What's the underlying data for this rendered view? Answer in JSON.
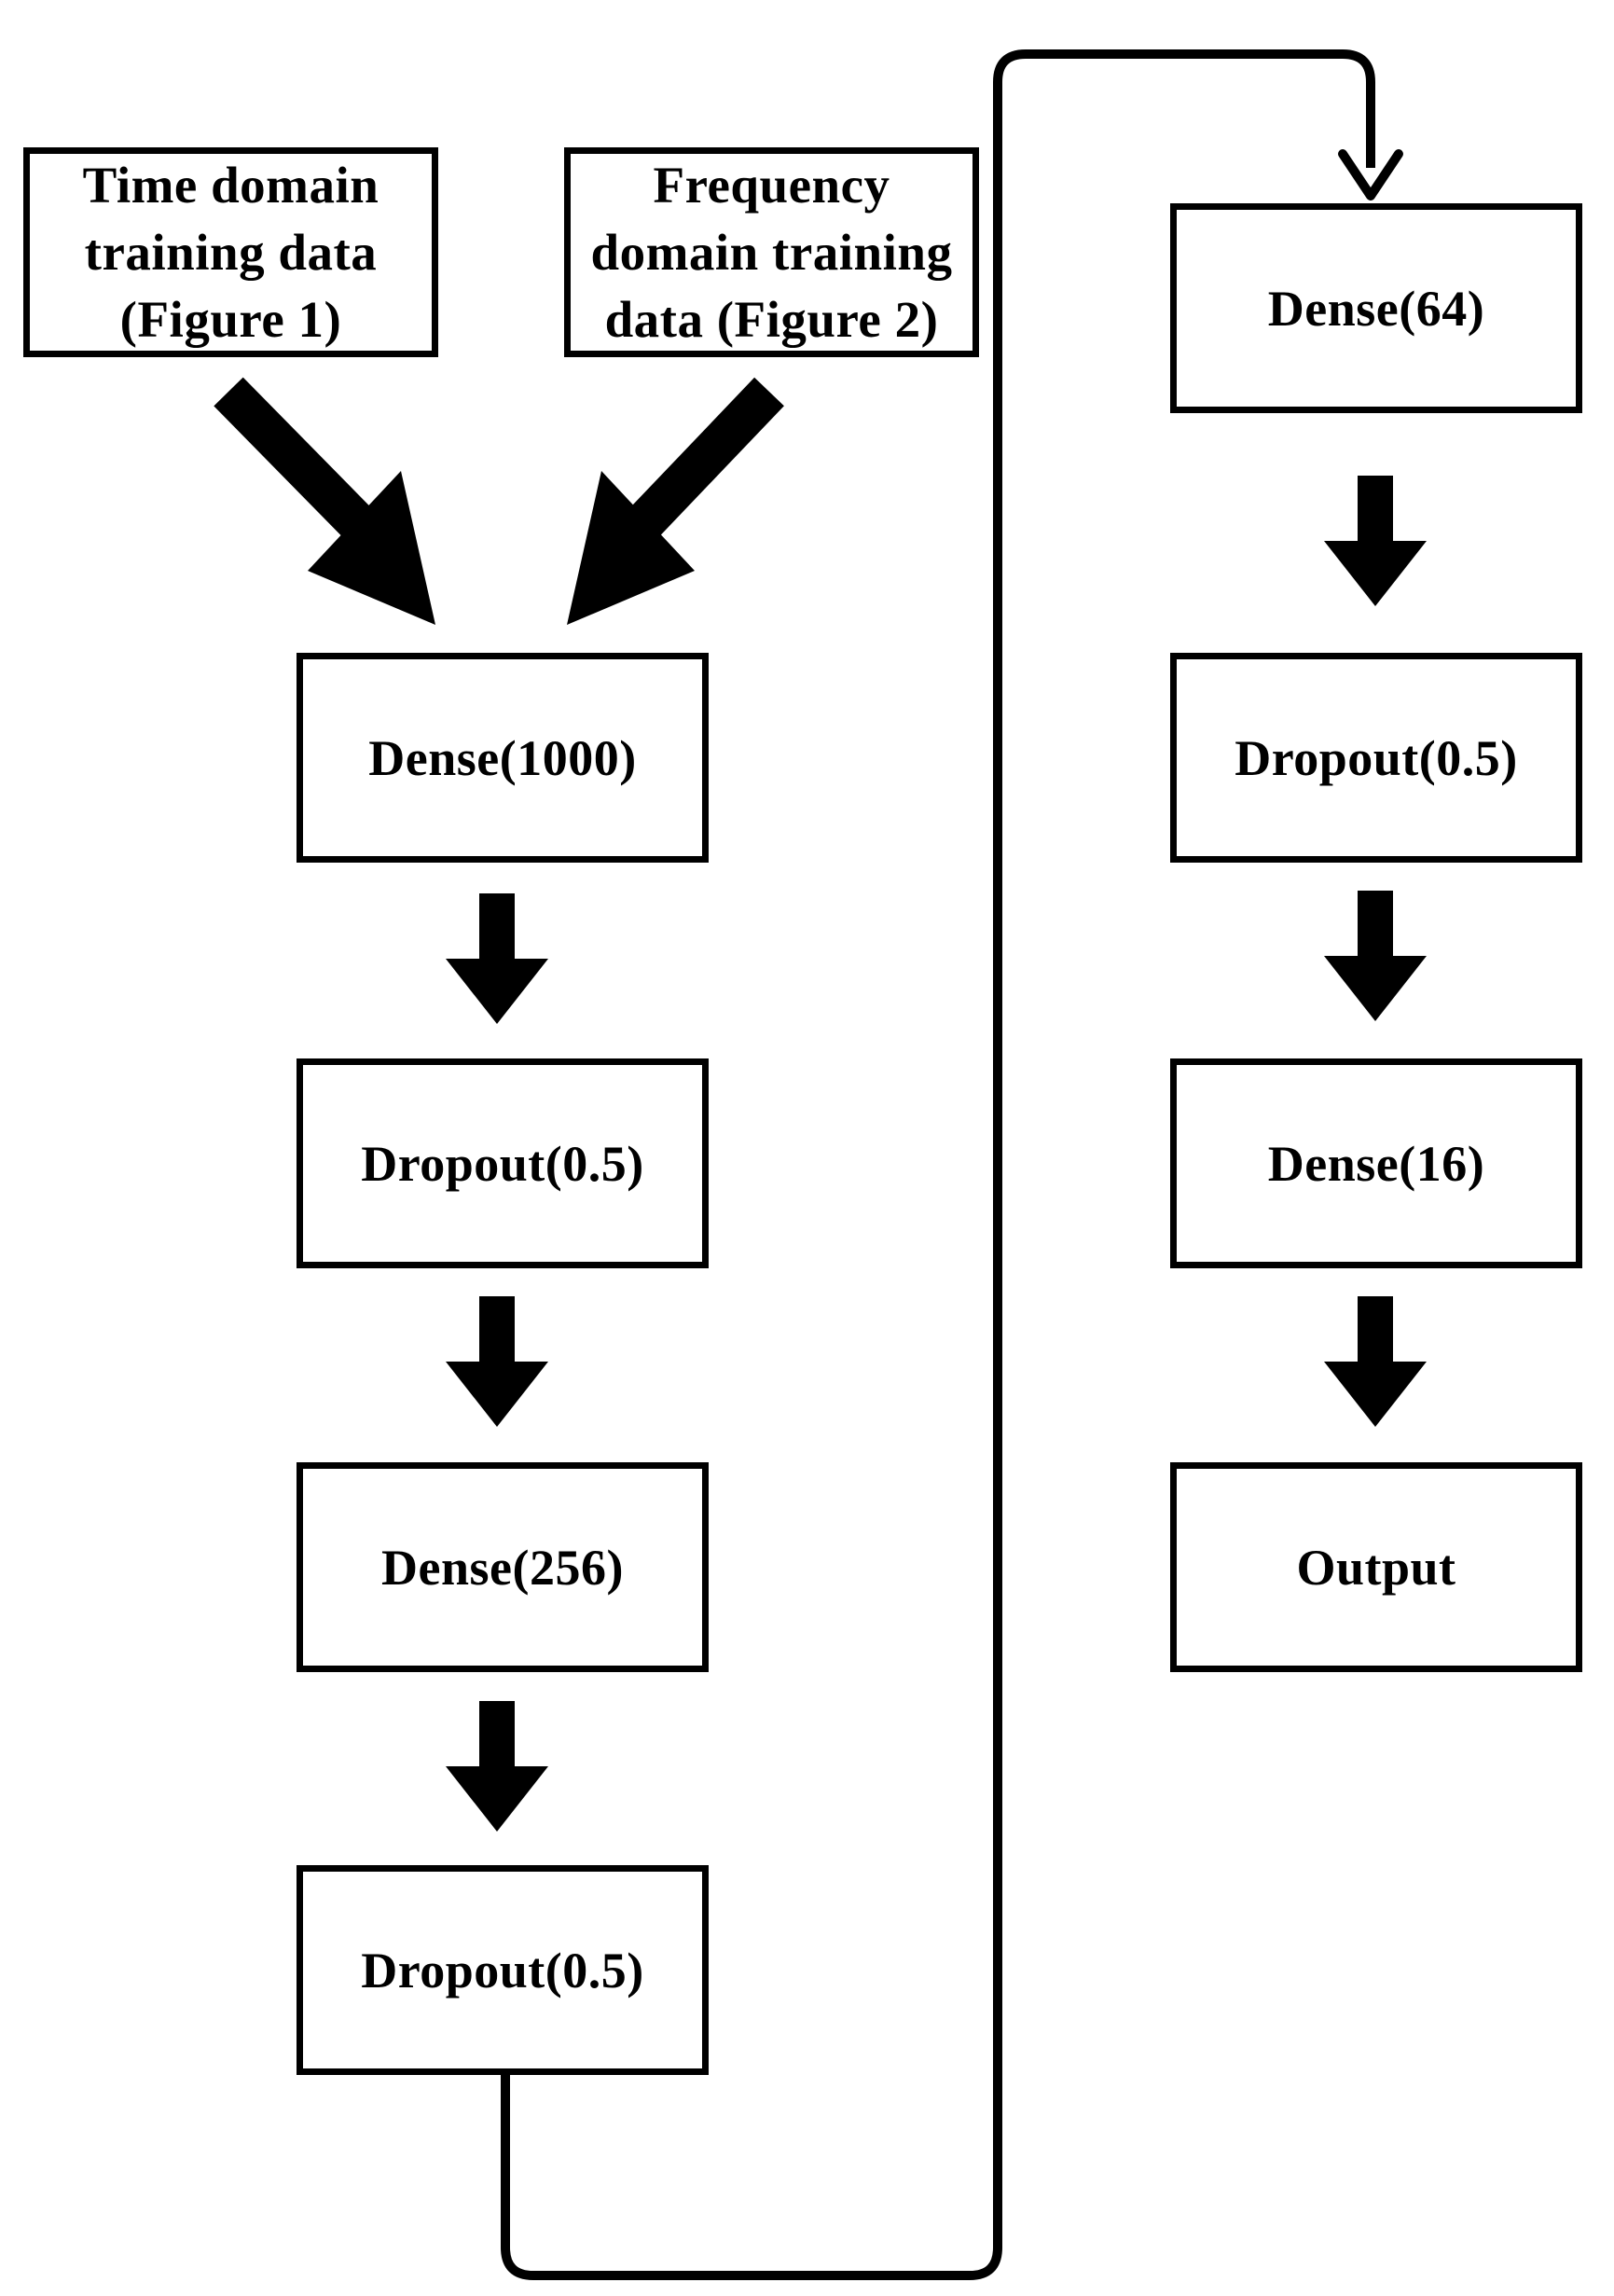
{
  "diagram": {
    "inputs": [
      {
        "id": "time",
        "label": "Time domain\ntraining data\n(Figure  1)"
      },
      {
        "id": "freq",
        "label": "Frequency\ndomain training\ndata (Figure  2)"
      }
    ],
    "layers_left": [
      {
        "id": "dense1000",
        "label": "Dense(1000)"
      },
      {
        "id": "dropout-a",
        "label": "Dropout(0.5)"
      },
      {
        "id": "dense256",
        "label": "Dense(256)"
      },
      {
        "id": "dropout-b",
        "label": "Dropout(0.5)"
      }
    ],
    "layers_right": [
      {
        "id": "dense64",
        "label": "Dense(64)"
      },
      {
        "id": "dropout-c",
        "label": "Dropout(0.5)"
      },
      {
        "id": "dense16",
        "label": "Dense(16)"
      },
      {
        "id": "output",
        "label": "Output"
      }
    ],
    "colors": {
      "stroke": "#000000",
      "background": "#ffffff"
    }
  }
}
